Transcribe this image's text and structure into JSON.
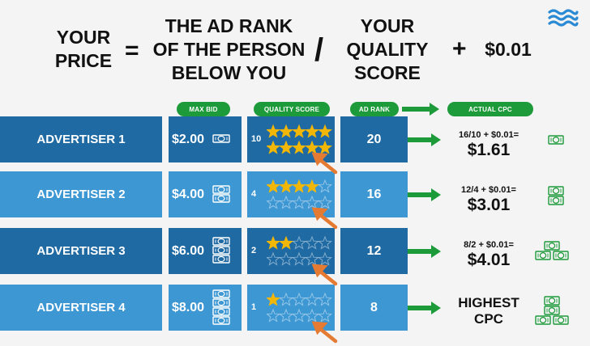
{
  "formula": {
    "left": "YOUR\nPRICE",
    "equals": "=",
    "ad_rank_text": "THE AD RANK\nOF THE PERSON\nBELOW YOU",
    "divide": "/",
    "quality_text": "YOUR\nQUALITY\nSCORE",
    "plus": "+",
    "addend": "$0.01"
  },
  "headers": {
    "max_bid": "MAX BID",
    "quality_score": "QUALITY SCORE",
    "ad_rank": "AD RANK",
    "actual_cpc": "ACTUAL CPC"
  },
  "rows": [
    {
      "advertiser": "ADVERTISER 1",
      "max_bid": "$2.00",
      "quality_score": "10",
      "stars_filled": 10,
      "ad_rank": "20",
      "calc": "16/10 + $0.01=",
      "cpc": "$1.61",
      "bills": 1
    },
    {
      "advertiser": "ADVERTISER 2",
      "max_bid": "$4.00",
      "quality_score": "4",
      "stars_filled": 4,
      "ad_rank": "16",
      "calc": "12/4 + $0.01=",
      "cpc": "$3.01",
      "bills": 2
    },
    {
      "advertiser": "ADVERTISER 3",
      "max_bid": "$6.00",
      "quality_score": "2",
      "stars_filled": 2,
      "ad_rank": "12",
      "calc": "8/2 + $0.01=",
      "cpc": "$4.01",
      "bills": 3
    },
    {
      "advertiser": "ADVERTISER 4",
      "max_bid": "$8.00",
      "quality_score": "1",
      "stars_filled": 1,
      "ad_rank": "8",
      "cpc_text": "HIGHEST\nCPC",
      "bills": 4
    }
  ],
  "colors": {
    "dark_blue": "#1f6aa3",
    "light_blue": "#3d97d3",
    "green": "#1d9a3a",
    "star": "#f2b705",
    "arrow_orange": "#e57a33",
    "logo": "#2a8ad4"
  },
  "icons": [
    "waves-logo-icon",
    "dollar-bill-icon",
    "star-icon",
    "arrow-right-icon",
    "pointer-arrow-icon"
  ]
}
